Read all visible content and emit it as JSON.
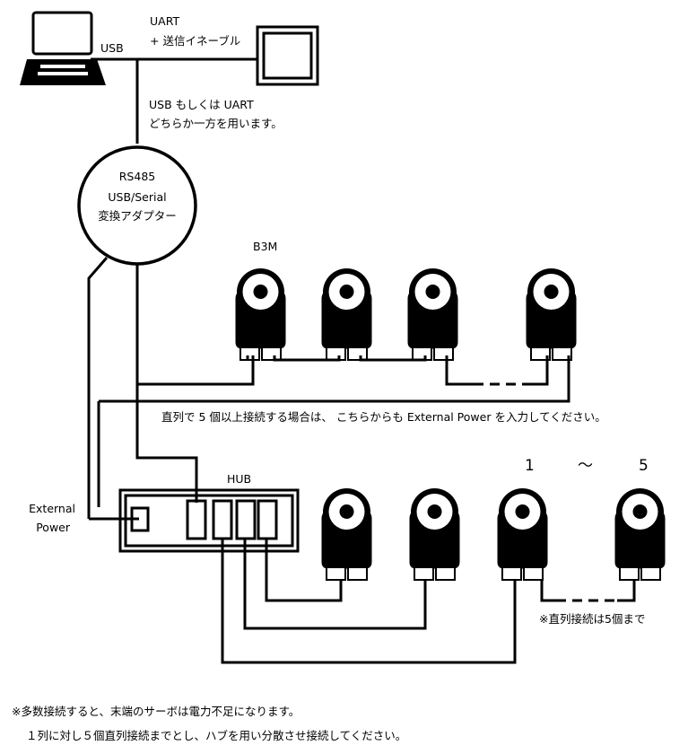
{
  "labels": {
    "usb": "USB",
    "uart_line1": "UART",
    "uart_line2": "+ 送信イネーブル",
    "choice_line1": "USB もしくは UART",
    "choice_line2": "どちらか一方を用います。",
    "adapter_line1": "RS485",
    "adapter_line2": "USB/Serial",
    "adapter_line3": "変換アダプター",
    "b3m": "B3M",
    "power_note": "直列で 5 個以上接続する場合は、 こちらからも External Power を入力してください。",
    "hub": "HUB",
    "ext_power_line1": "External",
    "ext_power_line2": "Power",
    "range_start": "1",
    "range_tilde": "〜",
    "range_end": "5",
    "series_note": "※直列接続は5個まで"
  },
  "footnote": {
    "line1": "※多数接続すると、末端のサーボは電力不足になります。",
    "line2": "１列に対し５個直列接続までとし、ハブを用い分散させ接続してください。"
  },
  "icons": {
    "laptop": "laptop-icon",
    "box": "uart-device-box",
    "servo": "servo-motor-icon"
  }
}
